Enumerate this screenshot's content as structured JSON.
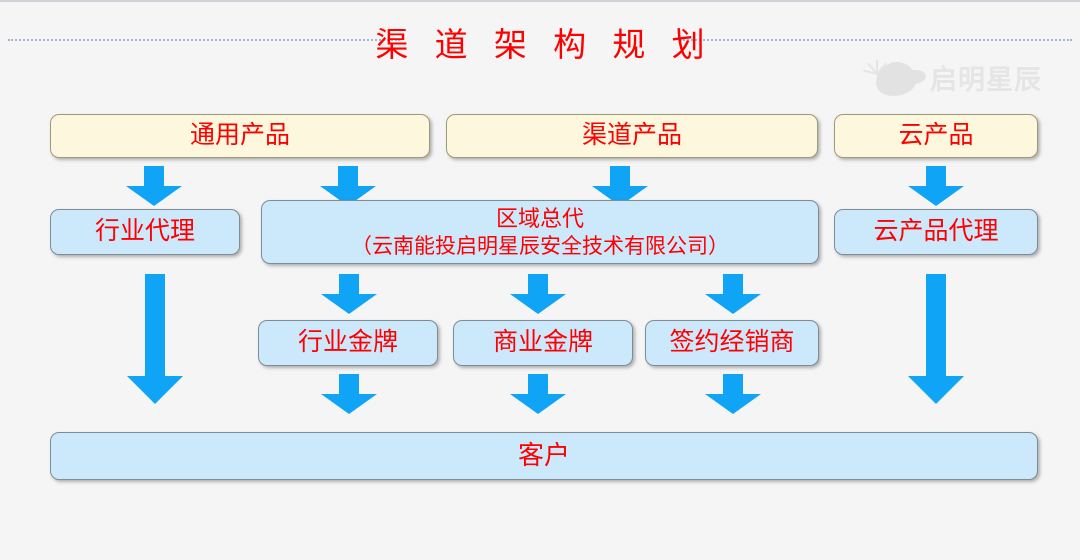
{
  "slide": {
    "title": "渠 道 架 构 规 划",
    "title_color": "#ff0000",
    "background_color": "#f5f5f5",
    "watermark": {
      "brand_text": "启明星辰",
      "mark_name": "venustech-bird-logo",
      "color": "#c4c4c4"
    },
    "divider": {
      "style": "dotted",
      "color": "#9aa8c0"
    }
  },
  "chart_data": {
    "type": "diagram",
    "title": "渠 道 架 构 规 划",
    "diagram_kind": "org-hierarchy-flowchart",
    "levels": [
      {
        "level": 1,
        "name": "products",
        "nodes": [
          {
            "id": "n-general-product",
            "label": "通用产品",
            "fill": "#fcf7dd",
            "text_color": "#ff0000"
          },
          {
            "id": "n-channel-product",
            "label": "渠道产品",
            "fill": "#fcf7dd",
            "text_color": "#ff0000"
          },
          {
            "id": "n-cloud-product",
            "label": "云产品",
            "fill": "#fcf7dd",
            "text_color": "#ff0000"
          }
        ]
      },
      {
        "level": 2,
        "name": "agents",
        "nodes": [
          {
            "id": "n-industry-agent",
            "label": "行业代理",
            "fill": "#cce9fb",
            "text_color": "#ff0000"
          },
          {
            "id": "n-regional-distributor",
            "label_line1": "区域总代",
            "label_line2": "（云南能投启明星辰安全技术有限公司）",
            "fill": "#cce9fb",
            "text_color": "#ff0000"
          },
          {
            "id": "n-cloud-product-agent",
            "label": "云产品代理",
            "fill": "#cce9fb",
            "text_color": "#ff0000"
          }
        ]
      },
      {
        "level": 3,
        "name": "partners",
        "nodes": [
          {
            "id": "n-industry-gold",
            "label": "行业金牌",
            "fill": "#cce9fb",
            "text_color": "#ff0000"
          },
          {
            "id": "n-commercial-gold",
            "label": "商业金牌",
            "fill": "#cce9fb",
            "text_color": "#ff0000"
          },
          {
            "id": "n-contract-dealer",
            "label": "签约经销商",
            "fill": "#cce9fb",
            "text_color": "#ff0000"
          }
        ]
      },
      {
        "level": 4,
        "name": "customer",
        "nodes": [
          {
            "id": "n-customer",
            "label": "客户",
            "fill": "#cce9fb",
            "text_color": "#ff0000"
          }
        ]
      }
    ],
    "edges": [
      {
        "from": "n-general-product",
        "to": "n-industry-agent",
        "style": "block-arrow-down",
        "color": "#0fa4f5"
      },
      {
        "from": "n-general-product",
        "to": "n-regional-distributor",
        "style": "block-arrow-down",
        "color": "#0fa4f5"
      },
      {
        "from": "n-channel-product",
        "to": "n-regional-distributor",
        "style": "block-arrow-down",
        "color": "#0fa4f5"
      },
      {
        "from": "n-cloud-product",
        "to": "n-cloud-product-agent",
        "style": "block-arrow-down",
        "color": "#0fa4f5"
      },
      {
        "from": "n-industry-agent",
        "to": "n-customer",
        "style": "block-arrow-down-long",
        "color": "#0fa4f5"
      },
      {
        "from": "n-regional-distributor",
        "to": "n-industry-gold",
        "style": "block-arrow-down",
        "color": "#0fa4f5"
      },
      {
        "from": "n-regional-distributor",
        "to": "n-commercial-gold",
        "style": "block-arrow-down",
        "color": "#0fa4f5"
      },
      {
        "from": "n-regional-distributor",
        "to": "n-contract-dealer",
        "style": "block-arrow-down",
        "color": "#0fa4f5"
      },
      {
        "from": "n-cloud-product-agent",
        "to": "n-customer",
        "style": "block-arrow-down-long",
        "color": "#0fa4f5"
      },
      {
        "from": "n-industry-gold",
        "to": "n-customer",
        "style": "block-arrow-down",
        "color": "#0fa4f5"
      },
      {
        "from": "n-commercial-gold",
        "to": "n-customer",
        "style": "block-arrow-down",
        "color": "#0fa4f5"
      },
      {
        "from": "n-contract-dealer",
        "to": "n-customer",
        "style": "block-arrow-down",
        "color": "#0fa4f5"
      }
    ],
    "accent_color": "#0fa4f5",
    "node_text_color": "#ff0000"
  }
}
